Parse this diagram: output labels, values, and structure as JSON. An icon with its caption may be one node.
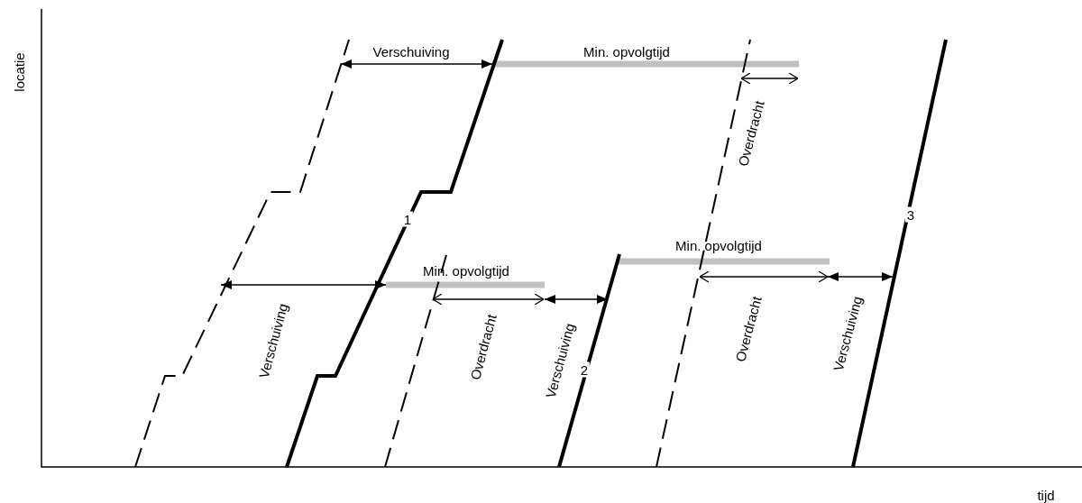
{
  "diagram": {
    "labels": [
      "locatie",
      "Verschuiving",
      "Min. opvolgtijd",
      "Overdracht",
      "1",
      "3",
      "Min. opvolgtijd",
      "Min. opvolgtijd",
      "Verschuiving",
      "Overdracht",
      "Verschuiving",
      "2",
      "Overdracht",
      "Verschuiving",
      "tijd"
    ]
  }
}
